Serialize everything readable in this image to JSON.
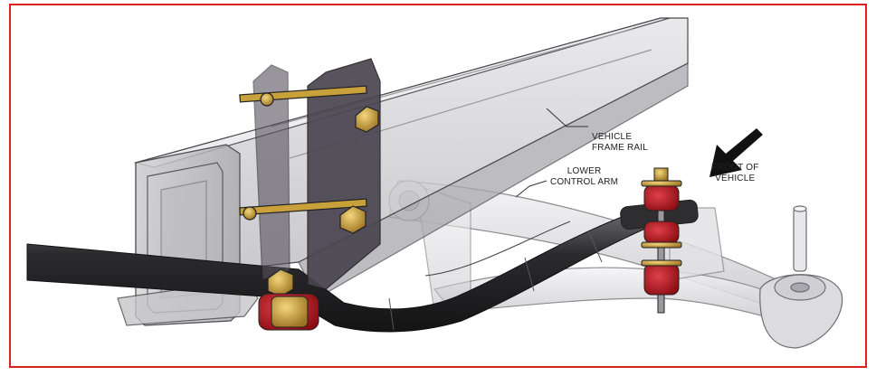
{
  "labels": {
    "frame_rail": [
      "VEHICLE",
      "FRAME RAIL"
    ],
    "control_arm": [
      "LOWER",
      "CONTROL ARM"
    ],
    "front": [
      "FRONT OF",
      "VEHICLE"
    ]
  },
  "colors": {
    "border": "#e0201e",
    "frame_glass": "#c9c9cc",
    "frame_edge": "#4a4a4f",
    "sway_bar": "#2b2b2d",
    "bracket": "#4a4550",
    "bushing_red": "#b3141b",
    "bolt_gold": "#c9a13a",
    "control_arm": "#dcdcdf",
    "arrow": "#111111"
  },
  "icons": [
    "arrow-front-icon"
  ]
}
